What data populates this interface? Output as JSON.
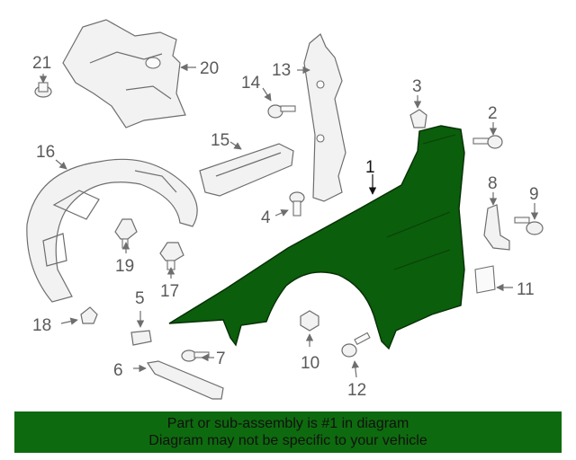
{
  "callouts": {
    "c1": "1",
    "c2": "2",
    "c3": "3",
    "c4": "4",
    "c5": "5",
    "c6": "6",
    "c7": "7",
    "c8": "8",
    "c9": "9",
    "c10": "10",
    "c11": "11",
    "c12": "12",
    "c13": "13",
    "c14": "14",
    "c15": "15",
    "c16": "16",
    "c17": "17",
    "c18": "18",
    "c19": "19",
    "c20": "20",
    "c21": "21"
  },
  "highlight_color": "#0b5e0b",
  "banner": {
    "line1": "Part or sub-assembly is #1 in diagram",
    "line2": "Diagram may not be specific to your vehicle",
    "background": "#0e6a0e"
  }
}
